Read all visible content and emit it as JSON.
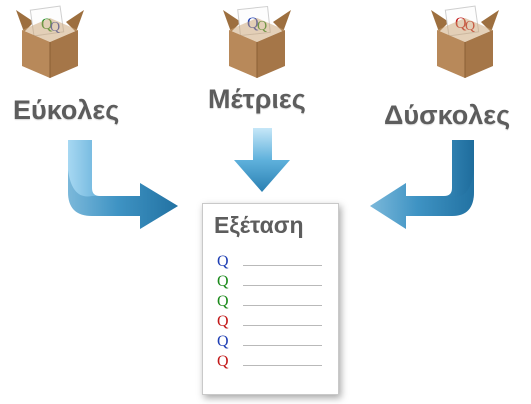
{
  "categories": [
    {
      "label": "Εύκολες"
    },
    {
      "label": "Μέτριες"
    },
    {
      "label": "Δύσκολες"
    }
  ],
  "box_letter": "Q",
  "exam": {
    "title": "Εξέταση",
    "question_letter": "Q",
    "question_colors": [
      "#1f3fb4",
      "#1b8a1b",
      "#1b8a1b",
      "#c21818",
      "#1f3fb4",
      "#c21818"
    ]
  },
  "colors": {
    "arrow_light": "#7cc2e6",
    "arrow_dark": "#1f6f9e",
    "box": "#b8895a",
    "label_gray": "#5d5d5d",
    "q_blue": "#1f3fb4",
    "q_green": "#1b8a1b",
    "q_red": "#c21818"
  },
  "icons": {
    "box": "cardboard-box-icon",
    "arrow": "arrow-icon"
  }
}
